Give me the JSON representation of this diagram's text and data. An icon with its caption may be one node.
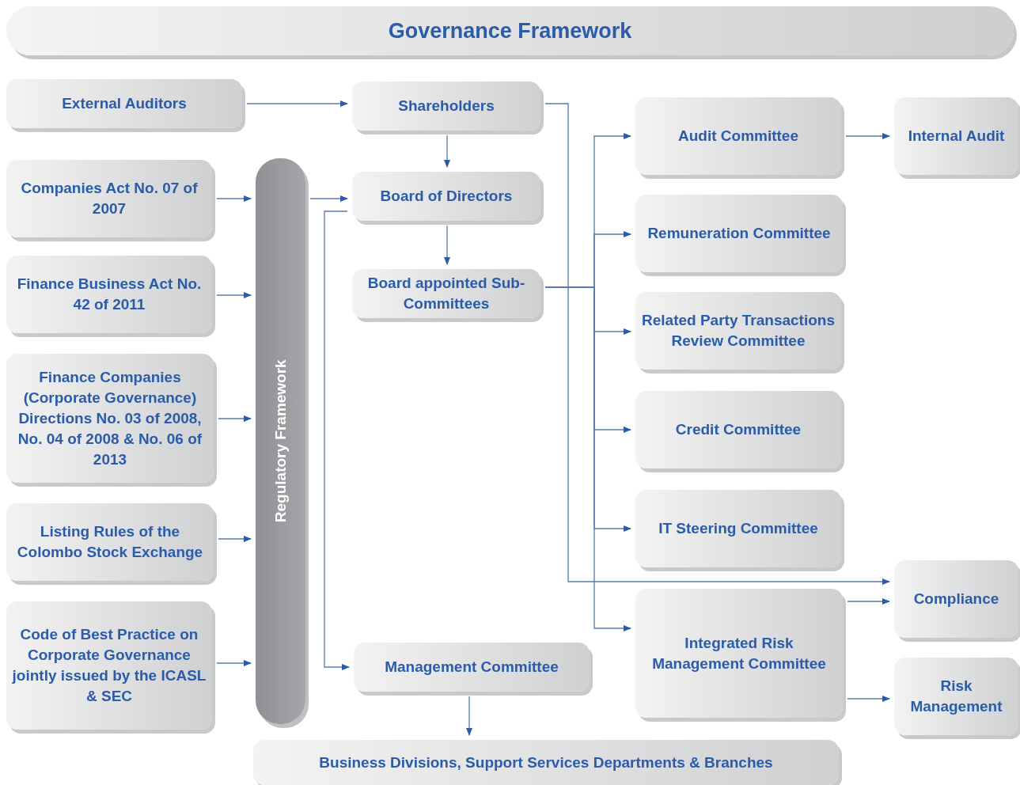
{
  "diagram": {
    "title": "Governance Framework",
    "nodes": [
      {
        "text": [
          "External Auditors"
        ]
      },
      {
        "text": [
          "Shareholders"
        ]
      },
      {
        "text": [
          "Companies Act No. 07 of 2007"
        ]
      },
      {
        "text": [
          "Regulatory Framework"
        ]
      },
      {
        "text": [
          "Board of Directors"
        ]
      },
      {
        "text": [
          "Finance Business Act No. 42 of 2011"
        ]
      },
      {
        "text": [
          "Board appointed Sub-Committees"
        ]
      },
      {
        "text": [
          "Finance Companies (Corporate Governance) Directions No. 03 of 2008, No. 04 of 2008 & No. 06 of 2013"
        ]
      },
      {
        "text": [
          "Listing Rules of the Colombo Stock Exchange"
        ]
      },
      {
        "text": [
          "Code of Best Practice on Corporate Governance jointly issued by the ICASL & SEC"
        ]
      },
      {
        "text": [
          "Audit Committee"
        ]
      },
      {
        "text": [
          "Internal Audit"
        ]
      },
      {
        "text": [
          "Remuneration Committee"
        ]
      },
      {
        "text": [
          "Related Party Transactions Review Committee"
        ]
      },
      {
        "text": [
          "Credit Committee"
        ]
      },
      {
        "text": [
          "IT Steering Committee"
        ]
      },
      {
        "text": [
          "Compliance"
        ]
      },
      {
        "text": [
          "Integrated Risk Management Committee"
        ]
      },
      {
        "text": [
          "Risk Management"
        ]
      },
      {
        "text": [
          "Management Committee"
        ]
      },
      {
        "text": [
          "Business Divisions, Support Services Departments & Branches"
        ]
      }
    ],
    "edges": [
      {
        "from": 0,
        "to": 1,
        "arrow": "to"
      },
      {
        "from": 1,
        "to": 4,
        "arrow": "to"
      },
      {
        "from": 4,
        "to": 6,
        "arrow": "to"
      },
      {
        "from": 2,
        "to": 3,
        "arrow": "to"
      },
      {
        "from": 5,
        "to": 3,
        "arrow": "to"
      },
      {
        "from": 7,
        "to": 3,
        "arrow": "to"
      },
      {
        "from": 8,
        "to": 3,
        "arrow": "to"
      },
      {
        "from": 9,
        "to": 3,
        "arrow": "to"
      },
      {
        "from": 3,
        "to": 4,
        "arrow": "to"
      },
      {
        "from": 4,
        "to": 19,
        "arrow": "to"
      },
      {
        "from": 6,
        "to": 10,
        "arrow": "to"
      },
      {
        "from": 6,
        "to": 12,
        "arrow": "to"
      },
      {
        "from": 6,
        "to": 13,
        "arrow": "to"
      },
      {
        "from": 6,
        "to": 14,
        "arrow": "to"
      },
      {
        "from": 6,
        "to": 15,
        "arrow": "to"
      },
      {
        "from": 6,
        "to": 17,
        "arrow": "to"
      },
      {
        "from": 1,
        "to": 16,
        "arrow": "to"
      },
      {
        "from": 10,
        "to": 11,
        "arrow": "to"
      },
      {
        "from": 17,
        "to": 16,
        "arrow": "to"
      },
      {
        "from": 17,
        "to": 18,
        "arrow": "to"
      },
      {
        "from": 19,
        "to": 20,
        "arrow": "to"
      }
    ]
  }
}
